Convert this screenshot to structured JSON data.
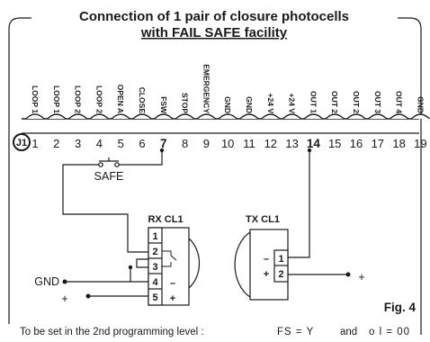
{
  "title": {
    "line1": "Connection of 1 pair of closure photocells",
    "line2": "with FAIL SAFE facility"
  },
  "terminal_block": {
    "id": "J1",
    "terminals": [
      {
        "num": "1",
        "label": "LOOP 1"
      },
      {
        "num": "2",
        "label": "LOOP 1"
      },
      {
        "num": "3",
        "label": "LOOP 2"
      },
      {
        "num": "4",
        "label": "LOOP 2"
      },
      {
        "num": "5",
        "label": "OPEN A"
      },
      {
        "num": "6",
        "label": "CLOSE"
      },
      {
        "num": "7",
        "label": "FSW"
      },
      {
        "num": "8",
        "label": "STOP"
      },
      {
        "num": "9",
        "label": "EMERGENCY"
      },
      {
        "num": "10",
        "label": "GND"
      },
      {
        "num": "11",
        "label": "GND"
      },
      {
        "num": "12",
        "label": "+24 V"
      },
      {
        "num": "13",
        "label": "+24 V"
      },
      {
        "num": "14",
        "label": "OUT 1"
      },
      {
        "num": "15",
        "label": "OUT 2"
      },
      {
        "num": "16",
        "label": "OUT 2"
      },
      {
        "num": "17",
        "label": "OUT 3"
      },
      {
        "num": "18",
        "label": "OUT 4"
      },
      {
        "num": "19",
        "label": "GND"
      }
    ]
  },
  "safe_contact": "SAFE",
  "rx": {
    "label": "RX CL1",
    "terminals": [
      "1",
      "2",
      "3",
      "4",
      "5"
    ],
    "polarity_minus": "–",
    "polarity_plus": "+"
  },
  "tx": {
    "label": "TX CL1",
    "terminals": [
      "1",
      "2"
    ],
    "polarity_minus": "–",
    "polarity_plus": "+"
  },
  "supply": {
    "gnd_label": "GND",
    "plus_label": "+",
    "tx_plus_label": "+"
  },
  "figure_label": "Fig. 4",
  "note": {
    "text": "To be set in the 2nd programming level :",
    "code1": "FS = Y",
    "and": "and",
    "code2": "o l = 00"
  },
  "colors": {
    "line": "#1a1a1a",
    "background": "#ffffff"
  }
}
